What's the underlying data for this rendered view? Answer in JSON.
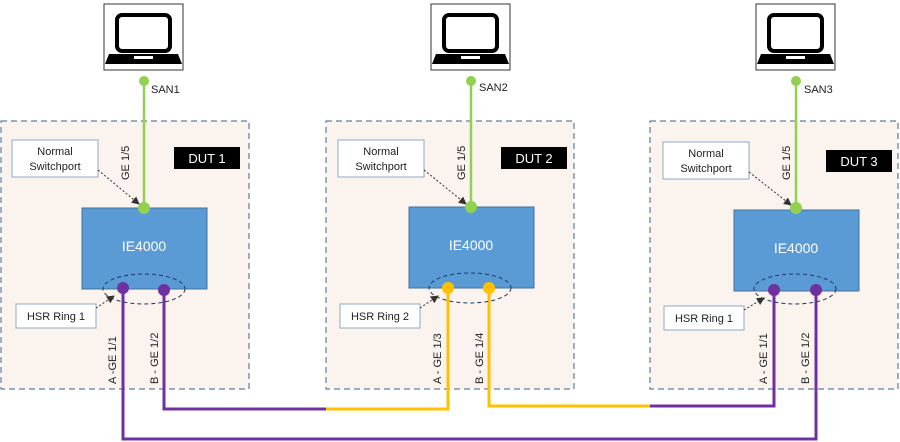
{
  "duts": [
    {
      "title": "DUT 1",
      "switch_label": "IE4000",
      "callout_top": [
        "Normal",
        "Switchport"
      ],
      "callout_bottom": "HSR Ring 1",
      "uplink_port": "GE 1/5",
      "port_a": "A -GE 1/1",
      "port_b": "B - GE 1/2",
      "host_label": "SAN1",
      "ring_color": "#7030A0"
    },
    {
      "title": "DUT 2",
      "switch_label": "IE4000",
      "callout_top": [
        "Normal",
        "Switchport"
      ],
      "callout_bottom": "HSR Ring 2",
      "uplink_port": "GE 1/5",
      "port_a": "A - GE 1/3",
      "port_b": "B - GE 1/4",
      "host_label": "SAN2",
      "ring_color": "#FFC000"
    },
    {
      "title": "DUT 3",
      "switch_label": "IE4000",
      "callout_top": [
        "Normal",
        "Switchport"
      ],
      "callout_bottom": "HSR Ring 1",
      "uplink_port": "GE 1/5",
      "port_a": "A - GE 1/1",
      "port_b": "B - GE 1/2",
      "host_label": "SAN3",
      "ring_color": "#7030A0"
    }
  ],
  "colors": {
    "panel_fill": "#FBF3EE",
    "panel_border": "#5B7FA3",
    "switch_fill": "#5B9BD5",
    "switch_border": "#41719C",
    "uplink": "#92D050",
    "ring1": "#7030A0",
    "ring2": "#FFC000",
    "title_bg": "#000000",
    "callout_border": "#8EA9C8"
  },
  "icons": [
    "laptop-icon"
  ]
}
